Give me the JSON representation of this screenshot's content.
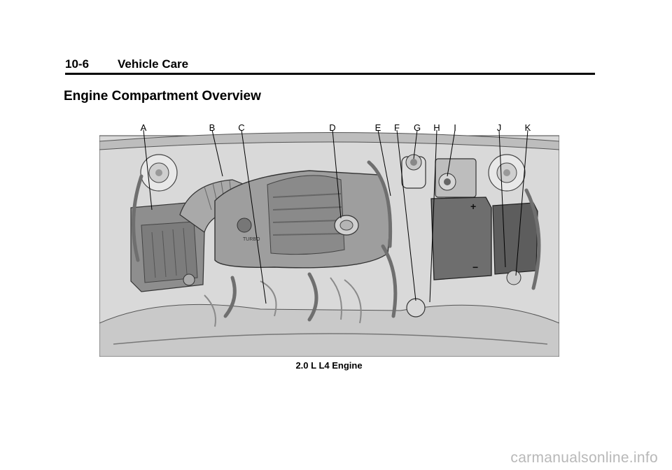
{
  "header": {
    "page_number": "10-6",
    "chapter": "Vehicle Care"
  },
  "section_title": "Engine Compartment Overview",
  "figure": {
    "callouts": [
      "A",
      "B",
      "C",
      "D",
      "E",
      "F",
      "G",
      "H",
      "I",
      "J",
      "K"
    ],
    "cover_lettering": "TURBO",
    "caption": "2.0 L L4 Engine"
  },
  "footer": {
    "watermark": "carmanualsonline.info"
  }
}
